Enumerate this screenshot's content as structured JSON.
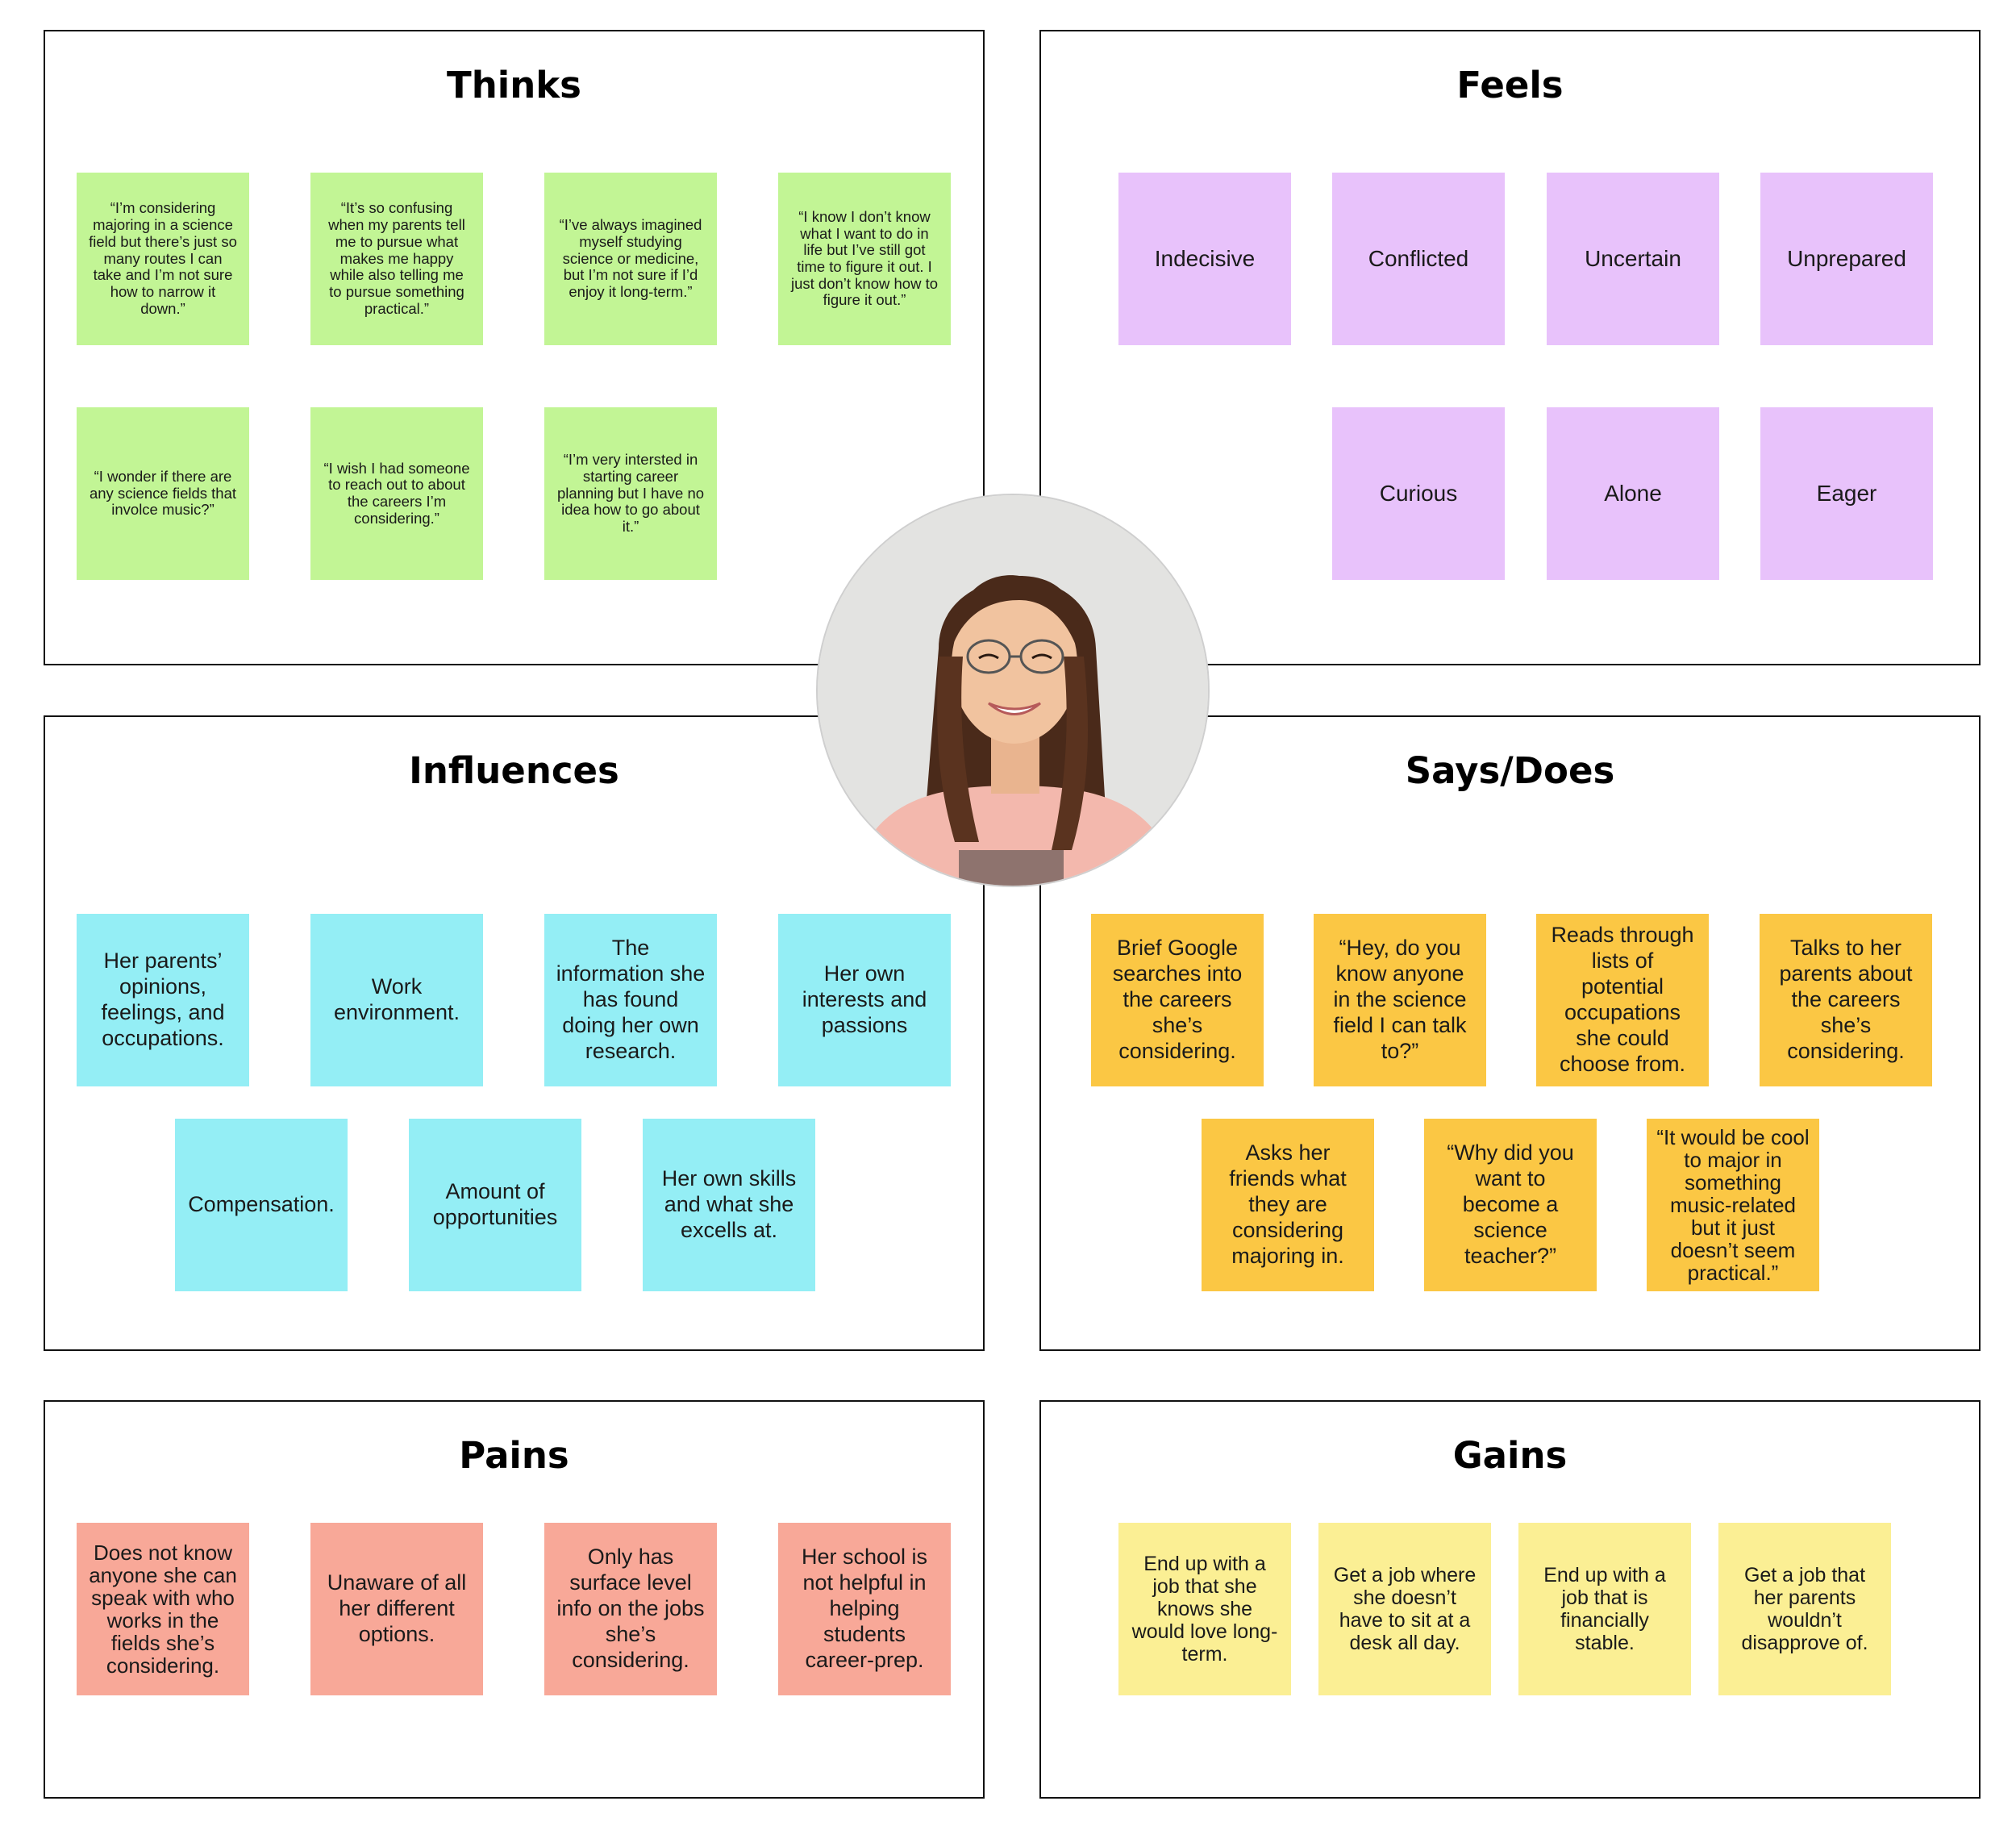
{
  "colors": {
    "thinks": "#c2f595",
    "feels": "#e8c2fb",
    "influences": "#94eef5",
    "says_does": "#fbc744",
    "pains": "#f8a898",
    "gains": "#fbef94"
  },
  "avatar_icon": "persona-photo",
  "thinks": {
    "title": "Thinks",
    "notes": [
      "“I’m considering majoring in a science field but there’s just so many routes I can take and I’m not sure how to narrow it down.”",
      "“It’s so confusing when my parents tell me to pursue what makes me happy while also telling me to pursue something practical.”",
      "“I’ve always imagined myself studying science or medicine, but I’m not sure if I’d enjoy it long-term.”",
      "“I know I don’t know what I want to do in life but I’ve still got time to figure it out. I just don’t know how to figure it out.”",
      "“I wonder if there are any science fields that involce music?”",
      "“I wish I had someone to reach out to about the careers I’m considering.”",
      "“I’m very intersted in starting career planning but I have no idea how to go about it.”"
    ]
  },
  "feels": {
    "title": "Feels",
    "notes": [
      "Indecisive",
      "Conflicted",
      "Uncertain",
      "Unprepared",
      "Curious",
      "Alone",
      "Eager"
    ]
  },
  "influences": {
    "title": "Influences",
    "notes": [
      "Her parents’ opinions, feelings, and occupations.",
      "Work environment.",
      "The information she has found doing her own research.",
      "Her own interests and passions",
      "Compensation.",
      "Amount of opportunities",
      "Her own skills and what she excells at."
    ]
  },
  "says_does": {
    "title": "Says/Does",
    "notes": [
      "Brief Google searches into the careers she’s considering.",
      "“Hey, do you know anyone in the science field I can talk to?”",
      "Reads through lists of potential occupations she could choose from.",
      "Talks to her parents about the careers she’s considering.",
      "Asks her friends what they are considering majoring in.",
      "“Why did you want to become a science teacher?”",
      "“It would be cool to major in something music-related but it just doesn’t seem practical.”"
    ]
  },
  "pains": {
    "title": "Pains",
    "notes": [
      "Does not know anyone she can speak with who works in the fields she’s considering.",
      "Unaware of all her different options.",
      "Only has surface level info on the jobs she’s considering.",
      "Her school is not helpful in helping students career-prep."
    ]
  },
  "gains": {
    "title": "Gains",
    "notes": [
      "End up with a job that she knows she would love long-term.",
      "Get a job where she doesn’t have to sit at a desk all day.",
      "End up with a job that is financially stable.",
      "Get a job that her parents wouldn’t disapprove of."
    ]
  }
}
